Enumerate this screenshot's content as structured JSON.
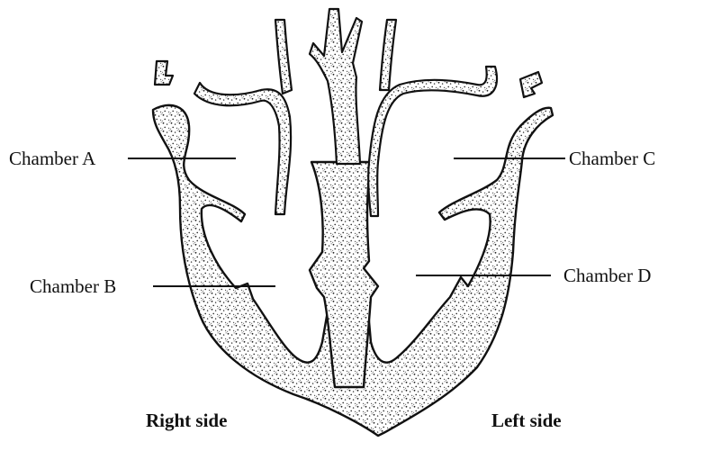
{
  "labels": {
    "chamber_a": "Chamber A",
    "chamber_b": "Chamber B",
    "chamber_c": "Chamber C",
    "chamber_d": "Chamber D"
  },
  "sides": {
    "right": "Right side",
    "left": "Left side"
  },
  "colors": {
    "ink": "#111111",
    "background": "#ffffff"
  }
}
